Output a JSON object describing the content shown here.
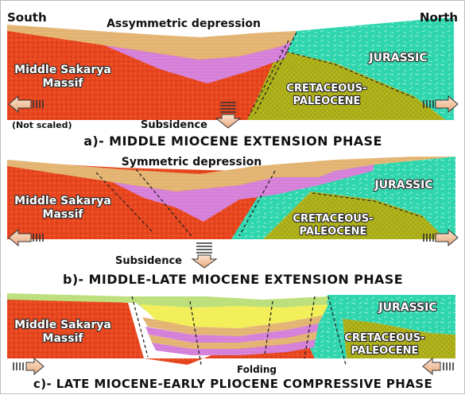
{
  "header": {
    "left": "South",
    "right": "North"
  },
  "panels": [
    {
      "id": "a",
      "depression": "Assymmetric depression",
      "massif": [
        "Middle Sakarya",
        "Massif"
      ],
      "jurassic": "JURASSIC",
      "cretaceous": [
        "CRETACEOUS-",
        "PALEOCENE"
      ],
      "scale_note": "(Not scaled)",
      "process": "Subsidence",
      "caption": "a)- MIDDLE MIOCENE EXTENSION PHASE"
    },
    {
      "id": "b",
      "depression": "Symmetric depression",
      "massif": [
        "Middle Sakarya",
        "Massif"
      ],
      "jurassic": "JURASSIC",
      "cretaceous": [
        "CRETACEOUS-",
        "PALEOCENE"
      ],
      "process": "Subsidence",
      "caption": "b)- MIDDLE-LATE MIOCENE EXTENSION PHASE"
    },
    {
      "id": "c",
      "massif": [
        "Middle Sakarya",
        "Massif"
      ],
      "jurassic": "JURASSIC",
      "cretaceous": [
        "CRETACEOUS-",
        "PALEOCENE"
      ],
      "process": "Folding",
      "caption": "c)- LATE MIOCENE-EARLY PLIOCENE COMPRESSIVE PHASE"
    }
  ],
  "colors": {
    "massif": "#e8461e",
    "jurassic": "#2fd6ad",
    "cretaceous": "#b3b51c",
    "sediment_tan": "#e6b877",
    "sediment_violet": "#d985dc",
    "sediment_yellow": "#f2ef5a",
    "sediment_green": "#bde07c",
    "arrow": "#f0c6a4"
  }
}
